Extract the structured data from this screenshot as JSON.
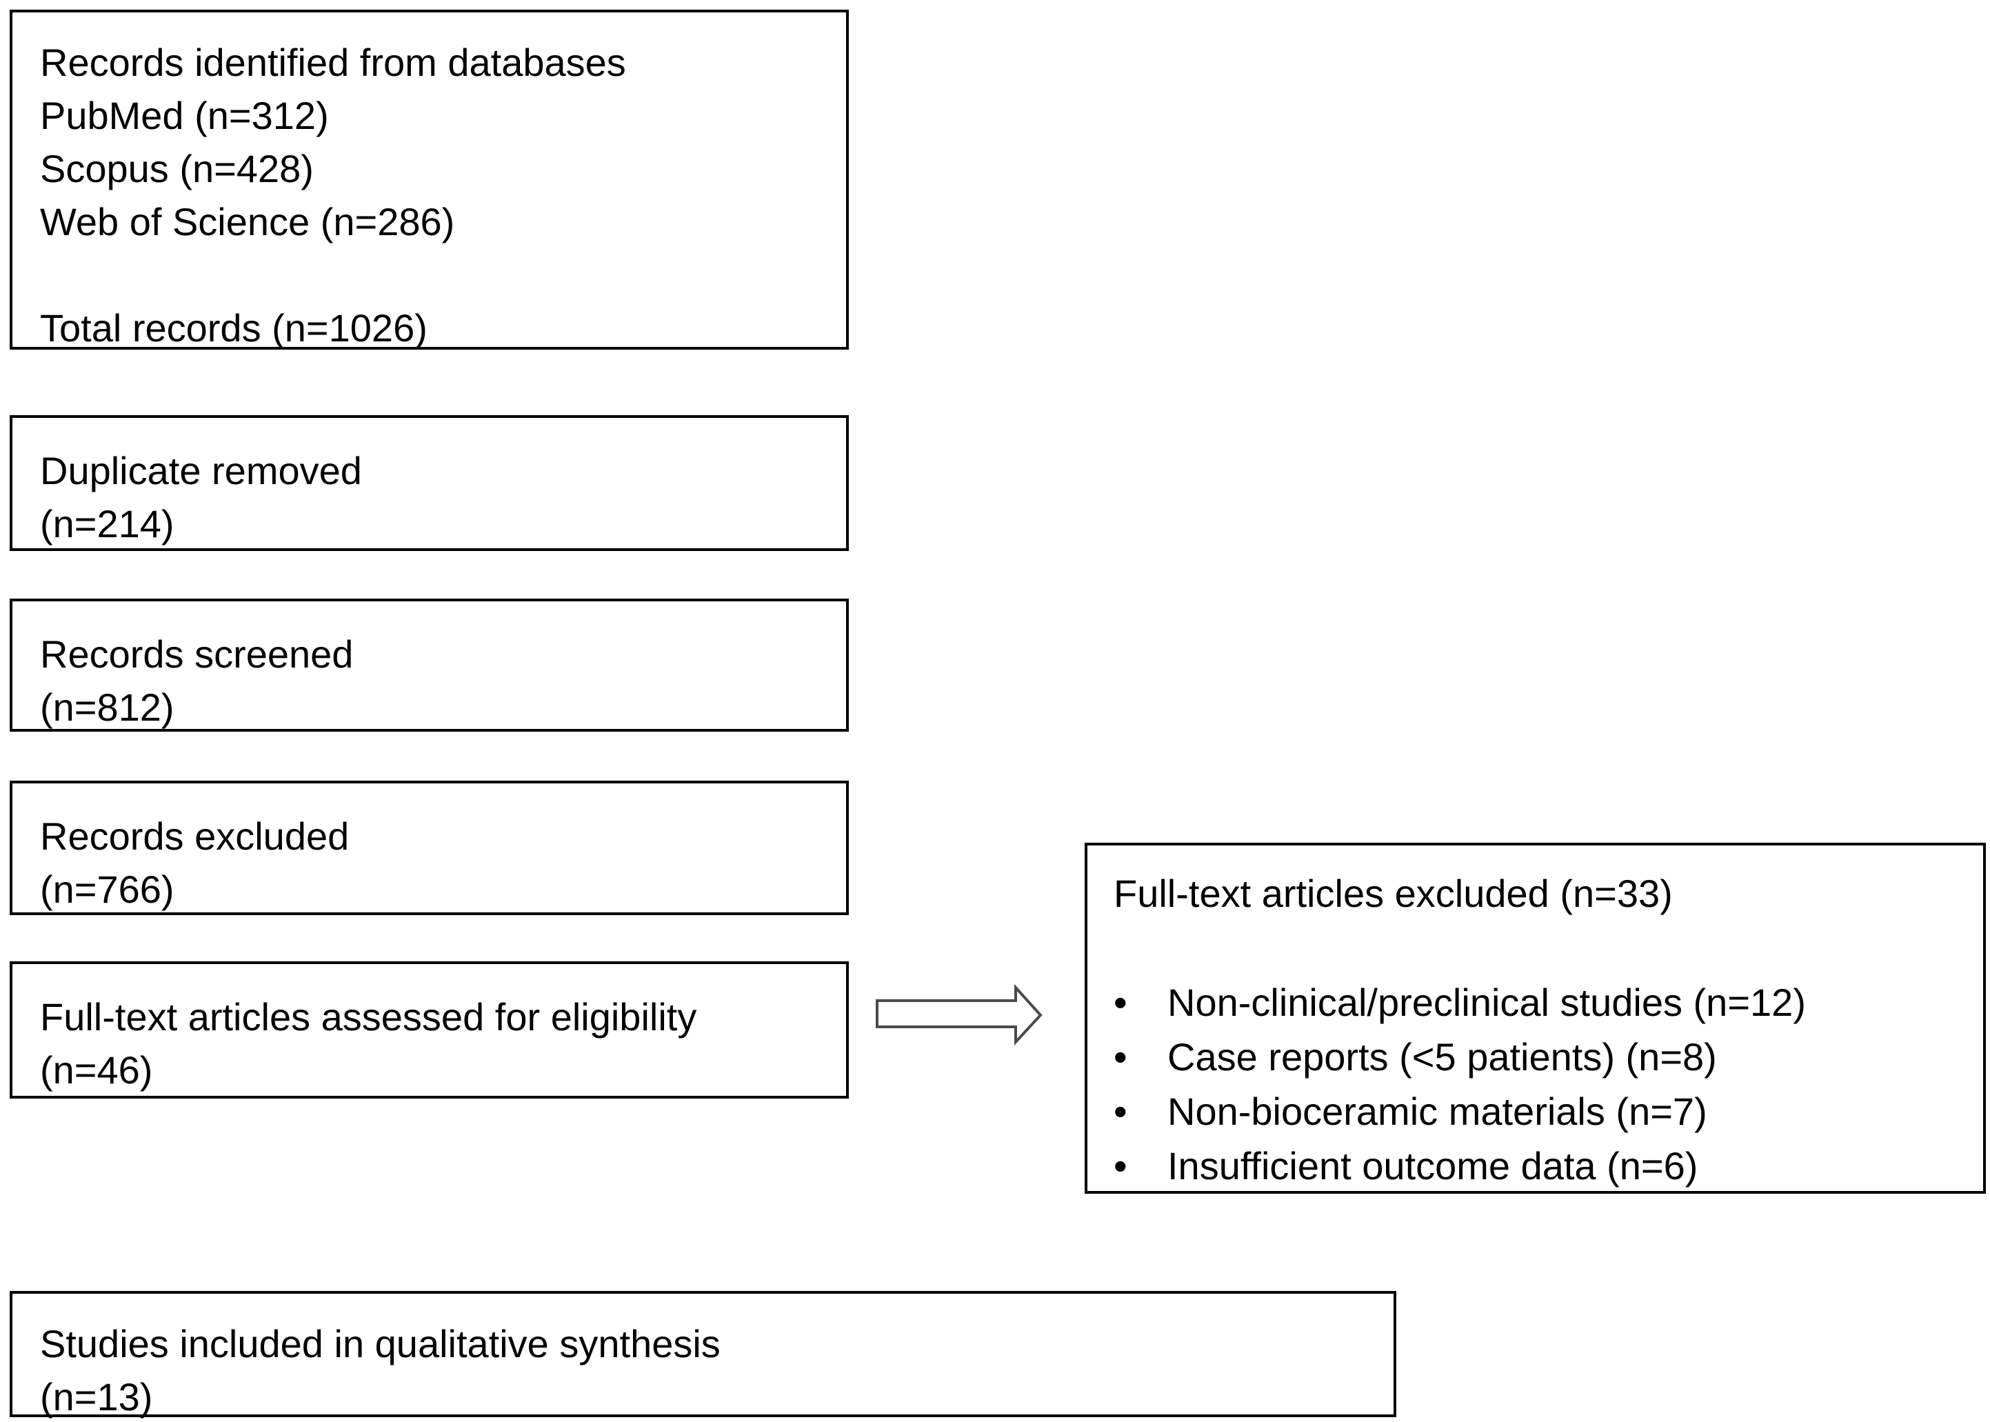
{
  "figure": {
    "background": "#ffffff",
    "text_color": "#000000",
    "box_border_color": "#000000",
    "arrow_outline_color": "#4a4a4a",
    "arrow_fill_color": "#ffffff",
    "bullet_char": "•",
    "boxes": {
      "identification": {
        "lines": [
          "Records identified from databases",
          "PubMed (n=312)",
          "Scopus (n=428)",
          "Web of Science (n=286)",
          "",
          "Total records (n=1026)"
        ]
      },
      "duplicates_removed": {
        "lines": [
          "Duplicate removed",
          "(n=214)"
        ]
      },
      "records_screened": {
        "lines": [
          "Records screened",
          "(n=812)"
        ]
      },
      "records_excluded": {
        "lines": [
          "Records excluded",
          "(n=766)"
        ]
      },
      "fulltext_assessed": {
        "lines": [
          "Full-text articles assessed for eligibility",
          "(n=46)"
        ]
      },
      "fulltext_excluded": {
        "title": "Full-text articles excluded (n=33)",
        "bullets": [
          "Non-clinical/preclinical studies (n=12)",
          "Case reports (<5 patients) (n=8)",
          "Non-bioceramic materials (n=7)",
          "Insufficient outcome data (n=6)"
        ]
      },
      "included": {
        "lines": [
          "Studies included in qualitative synthesis",
          "(n=13)"
        ]
      }
    }
  }
}
